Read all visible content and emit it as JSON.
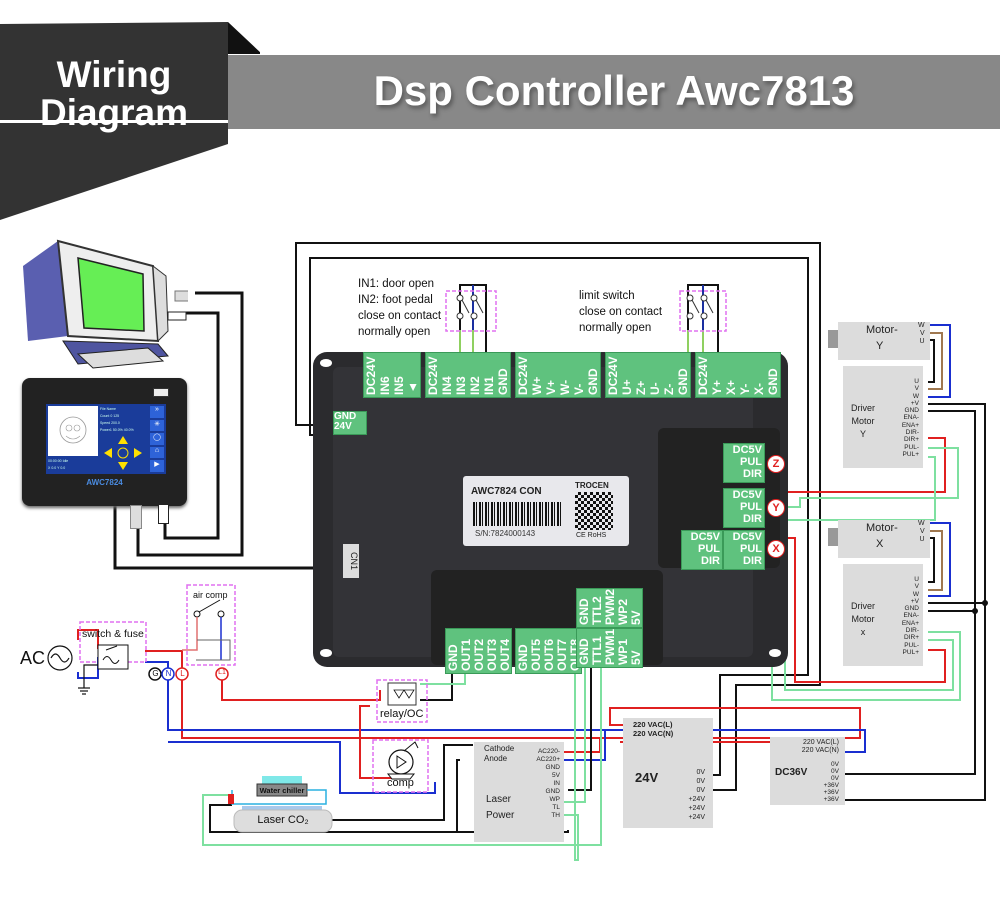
{
  "header": {
    "badge_line1": "Wiring",
    "badge_line2": "Diagram",
    "title": "Dsp Controller Awc7813"
  },
  "colors": {
    "badge_bg": "#333333",
    "title_bar_bg": "#888888",
    "terminal_green": "#5fc27e",
    "board_bg": "#2b2b2e",
    "wire_red": "#e02020",
    "wire_blue": "#1a2fd0",
    "wire_green": "#7ee0a0",
    "wire_black": "#111111",
    "highlight_magenta": "#e070f0"
  },
  "controller": {
    "label_model": "AWC7824 CON",
    "label_brand": "TROCEN",
    "serial": "S/N:7824000143",
    "cert": "CE RoHS",
    "cn1": "CN1",
    "power_terminal": [
      "GND",
      "24V"
    ],
    "top_terminals": [
      [
        "DC24V",
        "IN6",
        "IN5",
        "▲"
      ],
      [
        "DC24V",
        "IN4",
        "IN3",
        "IN2",
        "IN1",
        "GND"
      ],
      [
        "DC24V",
        "W+",
        "V+",
        "W-",
        "V-",
        "GND"
      ],
      [
        "DC24V",
        "U+",
        "Z+",
        "U-",
        "Z-",
        "GND"
      ],
      [
        "DC24V",
        "Y+",
        "X+",
        "Y-",
        "X-",
        "GND"
      ]
    ],
    "axis_terminals": [
      {
        "axis": "Z",
        "pins": [
          "DC5V",
          "PUL",
          "DIR"
        ]
      },
      {
        "axis": "Y",
        "pins": [
          "DC5V",
          "PUL",
          "DIR"
        ]
      },
      {
        "axis": "",
        "pins": [
          "DC5V",
          "PUL",
          "DIR"
        ]
      },
      {
        "axis": "X",
        "pins": [
          "DC5V",
          "PUL",
          "DIR"
        ]
      }
    ],
    "bottom_terminals": [
      [
        "GND",
        "OUT1",
        "OUT2",
        "OUT3",
        "OUT4"
      ],
      [
        "GND",
        "OUT5",
        "OUT6",
        "OUT7",
        "OUT8"
      ],
      [
        "GND",
        "TTL1",
        "PWM1",
        "WP1",
        "5V"
      ],
      [
        "GND",
        "TTL2",
        "PWM2",
        "WP2",
        "5V"
      ]
    ]
  },
  "notes": {
    "inputs": [
      "IN1: door open",
      "IN2: foot pedal",
      "close on contact",
      "normally open"
    ],
    "limit": [
      "limit switch",
      "close on contact",
      "normally open"
    ]
  },
  "hmi": {
    "model": "AWC7824",
    "rows": [
      [
        "File",
        "Name"
      ],
      [
        "Count",
        "0",
        "125"
      ],
      [
        "Speed",
        "200.0"
      ],
      [
        "Power1",
        "50.0%",
        "40.0%"
      ]
    ],
    "status": [
      "00:00:00",
      "Idle"
    ],
    "coords": [
      "X",
      "0.0 Y",
      "0.0"
    ]
  },
  "motors": [
    {
      "title": "Motor-",
      "axis": "Y",
      "pins": [
        "W",
        "V",
        "U"
      ]
    },
    {
      "title": "Motor-",
      "axis": "X",
      "pins": [
        "W",
        "V",
        "U"
      ]
    }
  ],
  "drivers": [
    {
      "title": [
        "Driver",
        "Motor",
        "Y"
      ],
      "pins": [
        "U",
        "V",
        "W",
        "+V",
        "GND",
        "ENA-",
        "ENA+",
        "DIR-",
        "DIR+",
        "PUL-",
        "PUL+"
      ]
    },
    {
      "title": [
        "Driver",
        "Motor",
        "x"
      ],
      "pins": [
        "U",
        "V",
        "W",
        "+V",
        "GND",
        "ENA-",
        "ENA+",
        "DIR-",
        "DIR+",
        "PUL-",
        "PUL+"
      ]
    }
  ],
  "power": {
    "ac_label": "AC",
    "switch_fuse": "switch & fuse",
    "air_comp": "air comp",
    "nodes": [
      "G",
      "N",
      "L",
      "L1"
    ],
    "relay": "relay/OC",
    "comp": "comp",
    "water_chiller": "Water chiller",
    "laser_tube": "Laser CO₂",
    "laser_power": {
      "title": [
        "Laser",
        "Power"
      ],
      "left_pins": [
        "Cathode",
        "Anode"
      ],
      "right_pins": [
        "AC220-",
        "AC220+",
        "GND",
        "5V",
        "IN",
        "GND",
        "WP",
        "TL",
        "TH"
      ]
    },
    "psu24": {
      "title": "24V",
      "inputs": [
        "220 VAC(L)",
        "220 VAC(N)"
      ],
      "outputs": [
        "0V",
        "0V",
        "0V",
        "+24V",
        "+24V",
        "+24V"
      ]
    },
    "psu36": {
      "title": "DC36V",
      "inputs": [
        "220 VAC(L)",
        "220 VAC(N)"
      ],
      "outputs": [
        "0V",
        "0V",
        "0V",
        "+36V",
        "+36V",
        "+36V"
      ]
    }
  }
}
